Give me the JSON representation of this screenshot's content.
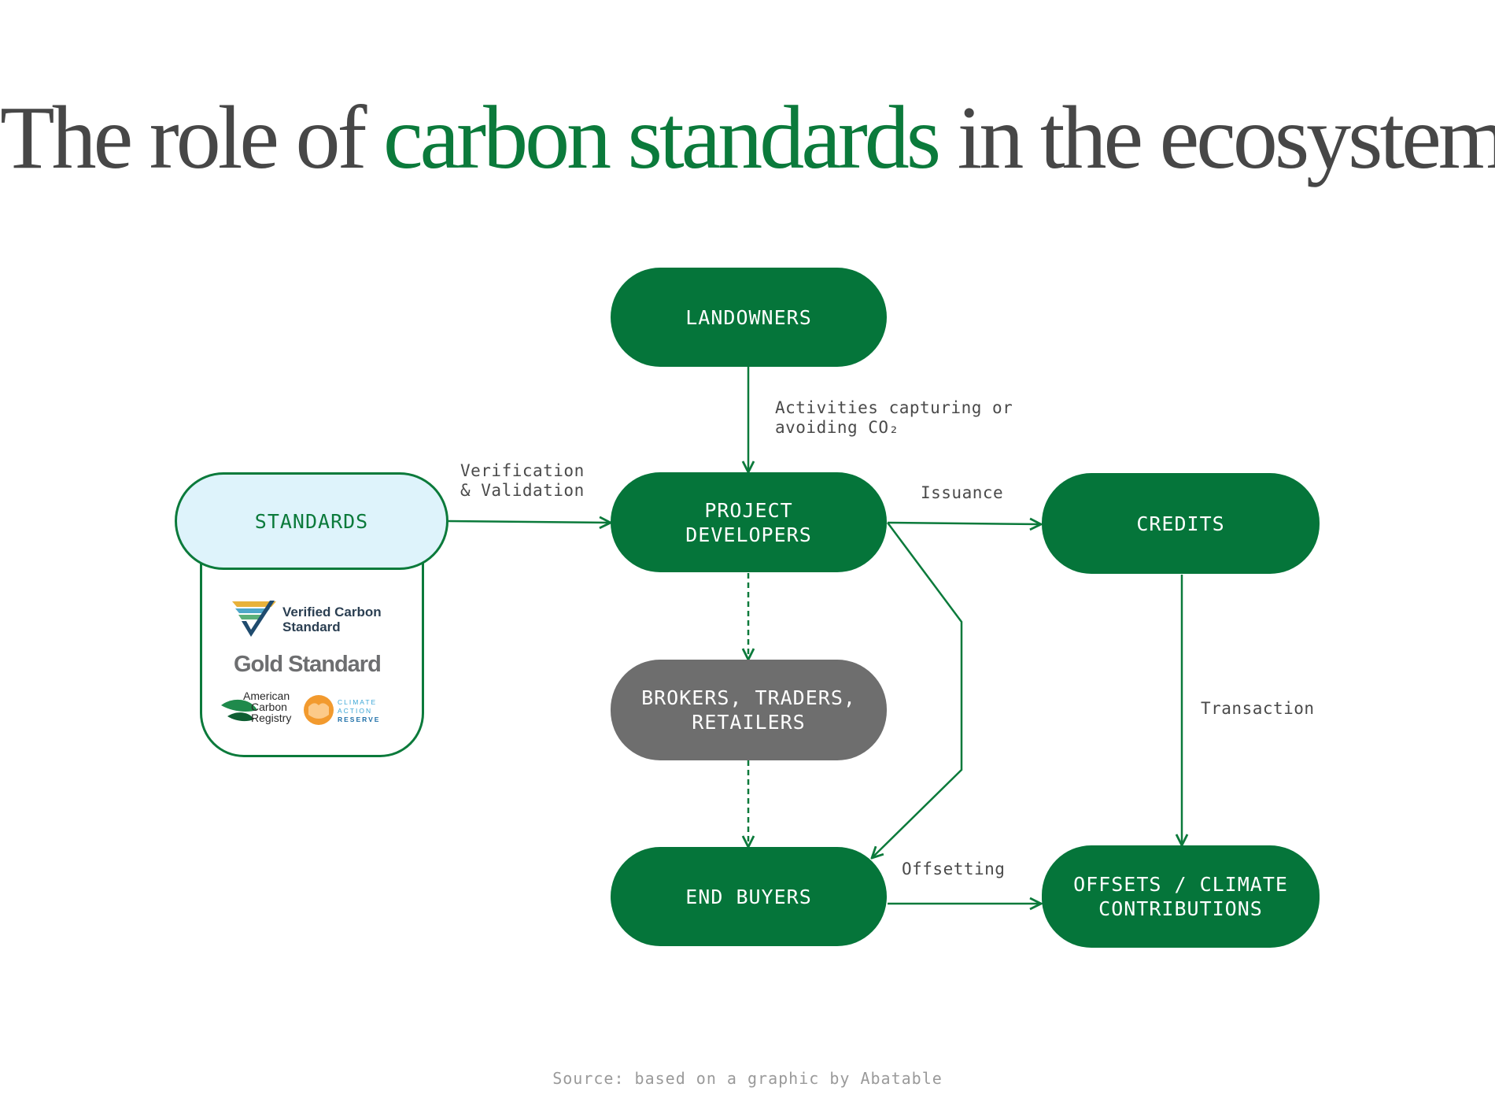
{
  "title": {
    "before": "The role of ",
    "highlight": "carbon standards",
    "after": " in the ecosystem"
  },
  "colors": {
    "brand_green": "#05753a",
    "gray_node": "#6e6e6e",
    "standards_fill": "#def3fb"
  },
  "nodes": {
    "landowners": "LANDOWNERS",
    "standards": "STANDARDS",
    "project_developers": "PROJECT\nDEVELOPERS",
    "credits": "CREDITS",
    "brokers": "BROKERS, TRADERS,\nRETAILERS",
    "end_buyers": "END BUYERS",
    "offsets": "OFFSETS / CLIMATE\nCONTRIBUTIONS"
  },
  "edge_labels": {
    "activities": "Activities capturing or\navoiding CO₂",
    "verification": "Verification\n& Validation",
    "issuance": "Issuance",
    "transaction": "Transaction",
    "offsetting": "Offsetting"
  },
  "logos": {
    "vcs_line1": "Verified Carbon",
    "vcs_line2": "Standard",
    "gold_standard": "Gold Standard",
    "acr_line1": "American",
    "acr_line2": "Carbon",
    "acr_line3": "Registry",
    "car_line1": "CLIMATE",
    "car_line2": "ACTION",
    "car_line3": "RESERVE"
  },
  "source": "Source: based on a graphic by Abatable"
}
